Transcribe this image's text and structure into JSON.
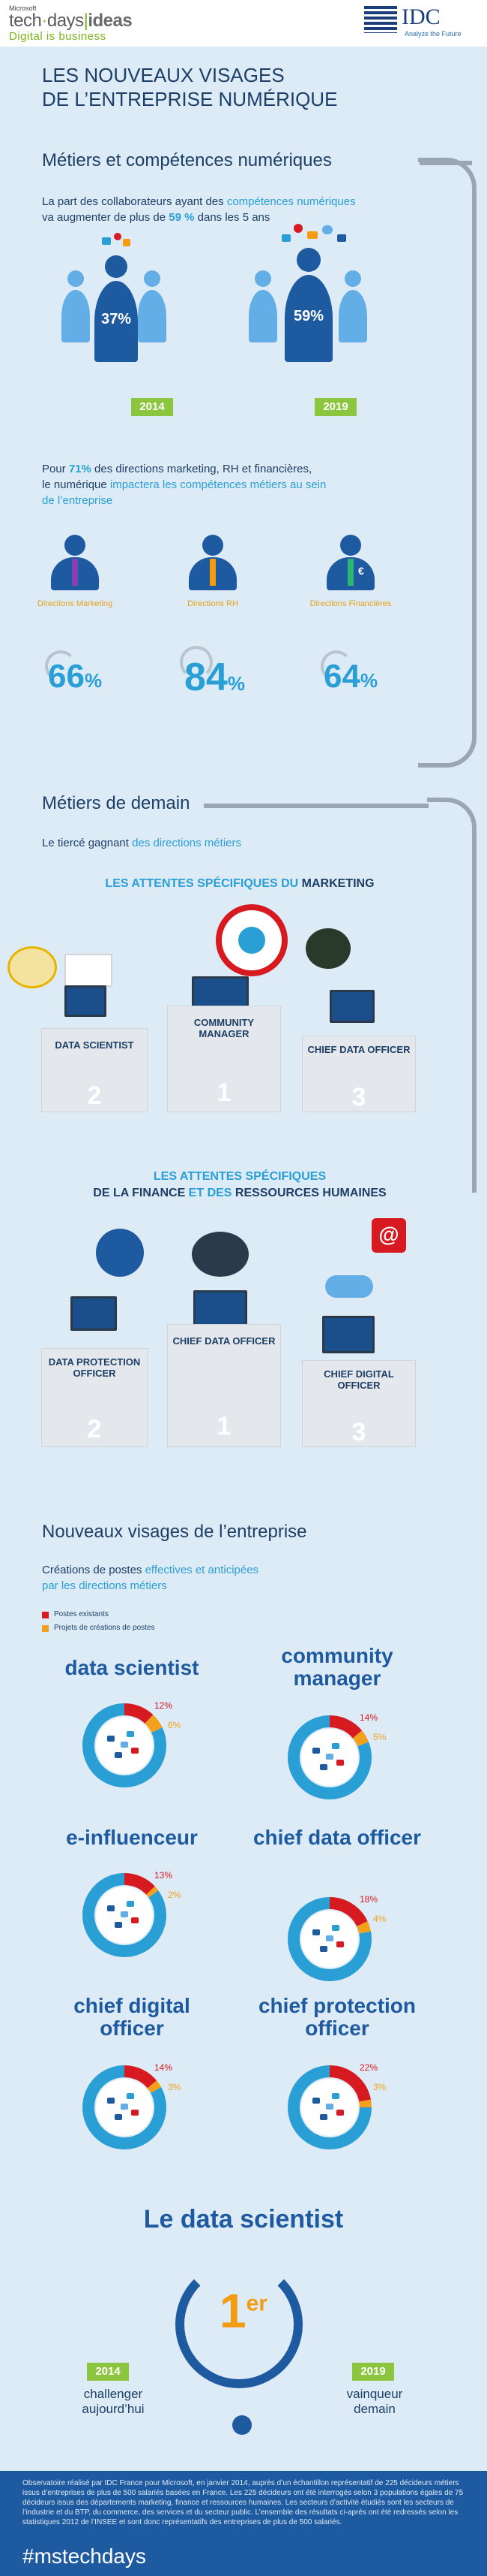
{
  "header": {
    "ms_label": "Microsoft",
    "brand_a": "tech",
    "brand_sep": "·",
    "brand_b": "days",
    "brand_sep2": "|",
    "brand_c": "ideas",
    "tagline": "Digital is business",
    "idc": "IDC",
    "idc_tagline": "Analyze the Future"
  },
  "title_line1": "LES NOUVEAUX VISAGES",
  "title_line2": "DE L’ENTREPRISE NUMÉRIQUE",
  "section1": {
    "title": "Métiers et compétences numériques",
    "intro_a": "La part des collaborateurs ayant des ",
    "intro_b": "compétences numériques",
    "intro_c": "va augmenter de plus de ",
    "intro_d": "59 %",
    "intro_e": " dans les 5 ans",
    "pct_2014": "37%",
    "pct_2019": "59%",
    "year_2014": "2014",
    "year_2019": "2019",
    "intro2_a": "Pour ",
    "intro2_b": "71%",
    "intro2_c": " des directions marketing, RH et financières,",
    "intro2_d": "le numérique ",
    "intro2_e": "impactera les compétences métiers au sein",
    "intro2_f": "de l’entreprise",
    "directions": [
      {
        "label": "Directions Marketing",
        "pct": "66",
        "unit": "%"
      },
      {
        "label": "Directions RH",
        "pct": "84",
        "unit": "%"
      },
      {
        "label": "Directions Financières",
        "pct": "64",
        "unit": "%"
      }
    ],
    "euro_glyph": "€"
  },
  "section2": {
    "title": "Métiers de demain",
    "intro_a": "Le tiercé gagnant ",
    "intro_b": "des directions métiers",
    "marketing_heading_a": "LES ATTENTES SPÉCIFIQUES DU ",
    "marketing_heading_b": "MARKETING",
    "marketing_podium": [
      {
        "label": "DATA SCIENTIST",
        "rank": "2"
      },
      {
        "label": "COMMUNITY MANAGER",
        "rank": "1"
      },
      {
        "label": "CHIEF DATA OFFICER",
        "rank": "3"
      }
    ],
    "finance_heading_l1": "LES ATTENTES SPÉCIFIQUES",
    "finance_heading_a": "DE LA ",
    "finance_heading_b": "FINANCE",
    "finance_heading_c": " ET DES ",
    "finance_heading_d": "RESSOURCES HUMAINES",
    "finance_podium": [
      {
        "label": "DATA PROTECTION OFFICER",
        "rank": "2"
      },
      {
        "label": "CHIEF DATA OFFICER",
        "rank": "1"
      },
      {
        "label": "CHIEF DIGITAL OFFICER",
        "rank": "3"
      }
    ],
    "at_glyph": "@"
  },
  "section3": {
    "title": "Nouveaux visages de l’entreprise",
    "intro_a": "Créations de postes ",
    "intro_b": "effectives et anticipées",
    "intro_c": "par les directions métiers",
    "legend_existing": "Postes existants",
    "legend_projects": "Projets de créations de postes",
    "color_existing": "#d71920",
    "color_projects": "#f3a11a",
    "roles": [
      {
        "title": "data scientist",
        "existing": "12%",
        "projects": "6%",
        "existing_v": 12,
        "projects_v": 6
      },
      {
        "title": "community manager",
        "existing": "14%",
        "projects": "5%",
        "existing_v": 14,
        "projects_v": 5
      },
      {
        "title": "e-influenceur",
        "existing": "13%",
        "projects": "2%",
        "existing_v": 13,
        "projects_v": 2
      },
      {
        "title": "chief data officer",
        "existing": "18%",
        "projects": "4%",
        "existing_v": 18,
        "projects_v": 4
      },
      {
        "title": "chief digital officer",
        "existing": "14%",
        "projects": "3%",
        "existing_v": 14,
        "projects_v": 3
      },
      {
        "title": "chief protection officer",
        "existing": "22%",
        "projects": "3%",
        "existing_v": 22,
        "projects_v": 3
      }
    ]
  },
  "section4": {
    "title": "Le data scientist",
    "rank": "1",
    "rank_sup": "er",
    "left_year": "2014",
    "left_text_1": "challenger",
    "left_text_2": "aujourd’hui",
    "right_year": "2019",
    "right_text_1": "vainqueur",
    "right_text_2": "demain"
  },
  "footer": {
    "text": "Observatoire réalisé par IDC France pour Microsoft, en janvier 2014, auprès d’un échantillon représentatif de 225 décideurs métiers issus d’entreprises de plus de 500 salariés basées en France. Les 225 décideurs ont été interrogés selon 3 populations égales de 75 décideurs issus des départements marketing, finance et ressources humaines. Les secteurs d’activité étudiés sont les secteurs de l’industrie et du BTP, du commerce, des services et du secteur public. L’ensemble des résultats ci-après ont été redressés selon les statistiques 2012 de l’INSEE et sont donc représentatifs des entreprises de plus de 500 salariés.",
    "hashtag": "#mstechdays"
  }
}
